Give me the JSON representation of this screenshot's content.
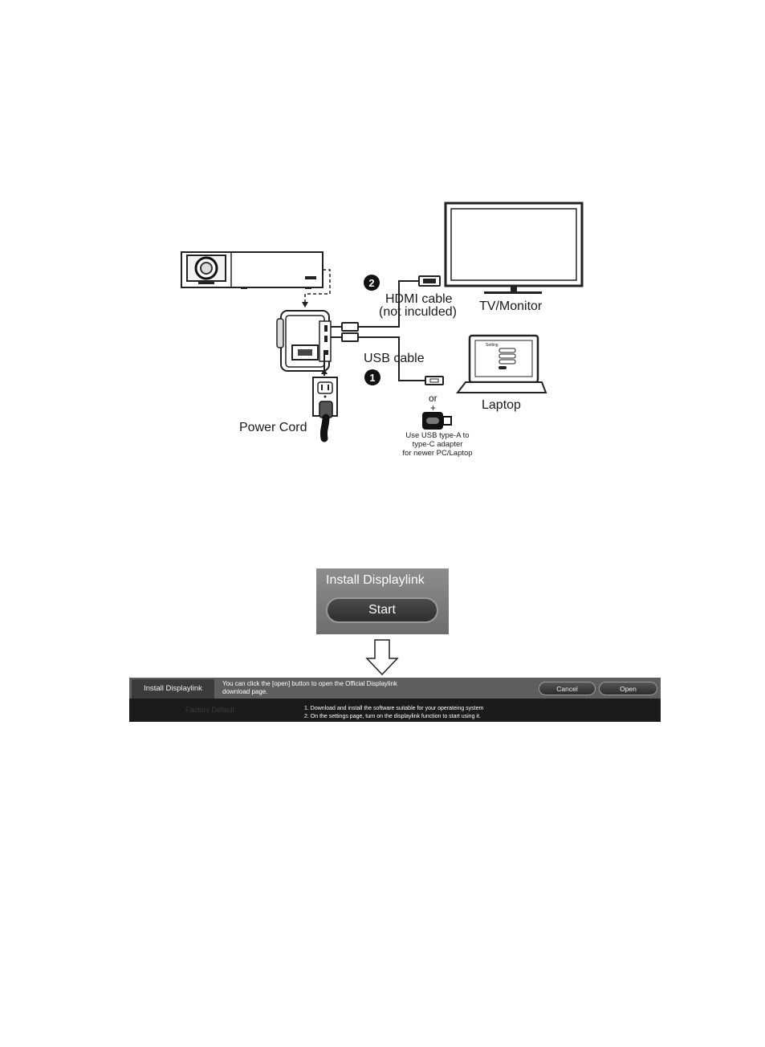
{
  "diagram": {
    "hdmi_step": "2",
    "hdmi_label_1": "HDMI cable",
    "hdmi_label_2": "(not inculded)",
    "tv_label": "TV/Monitor",
    "usb_step": "1",
    "usb_label": "USB cable",
    "laptop_label": "Laptop",
    "laptop_screen_title": "Setting",
    "or_label": "or",
    "plus_label": "+",
    "adapter_line_1": "Use USB type-A to",
    "adapter_line_2": "type-C adapter",
    "adapter_line_3": "for newer PC/Laptop",
    "power_label": "Power Cord"
  },
  "install_widget": {
    "title": "Install Displaylink",
    "start_button": "Start"
  },
  "settings_bar": {
    "row_label": "Install Displaylink",
    "message_line_1": "You can click the [open] button to open the Official Displaylink",
    "message_line_2": "download page.",
    "cancel_button": "Cancel",
    "open_button": "Open",
    "factory_default": "Factory Default",
    "instruction_1": "1. Download and install the software suitable for your operateing system",
    "instruction_2": "2. On the settings page, turn on the displaylink function to start using it."
  }
}
